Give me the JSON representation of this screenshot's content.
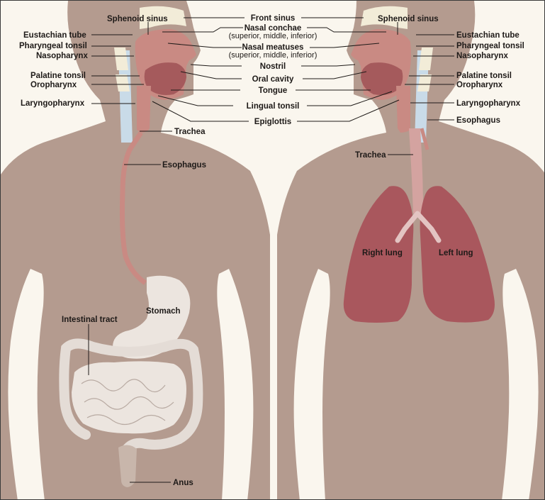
{
  "colors": {
    "background": "#faf6ee",
    "body": "#b49b8f",
    "tissue": "#c98a83",
    "organ_dark": "#a55a5c",
    "lung": "#a9575d",
    "digestive": "#ece5df",
    "bone": "#f2ecd8",
    "spine": "#c9dbe8"
  },
  "labels": {
    "center": {
      "front_sinus": "Front sinus",
      "nasal_conchae": "Nasal conchae",
      "nasal_conchae_detail": "(superior, middle, inferior)",
      "nasal_meatuses": "Nasal meatuses",
      "nasal_meatuses_detail": "(superior, middle, inferior)",
      "nostril": "Nostril",
      "oral_cavity": "Oral cavity",
      "tongue": "Tongue",
      "lingual_tonsil": "Lingual tonsil",
      "epiglottis": "Epiglottis"
    },
    "left": {
      "sphenoid_sinus": "Sphenoid sinus",
      "eustachian_tube": "Eustachian tube",
      "pharyngeal_tonsil": "Pharyngeal tonsil",
      "nasopharynx": "Nasopharynx",
      "palatine_tonsil": "Palatine tonsil",
      "oropharynx": "Oropharynx",
      "laryngopharynx": "Laryngopharynx",
      "trachea": "Trachea",
      "esophagus": "Esophagus",
      "stomach": "Stomach",
      "intestinal_tract": "Intestinal tract",
      "anus": "Anus"
    },
    "right": {
      "sphenoid_sinus": "Sphenoid sinus",
      "eustachian_tube": "Eustachian tube",
      "pharyngeal_tonsil": "Pharyngeal tonsil",
      "nasopharynx": "Nasopharynx",
      "palatine_tonsil": "Palatine tonsil",
      "oropharynx": "Oropharynx",
      "laryngopharynx": "Laryngopharynx",
      "esophagus": "Esophagus",
      "trachea": "Trachea",
      "right_lung": "Right lung",
      "left_lung": "Left lung"
    }
  }
}
